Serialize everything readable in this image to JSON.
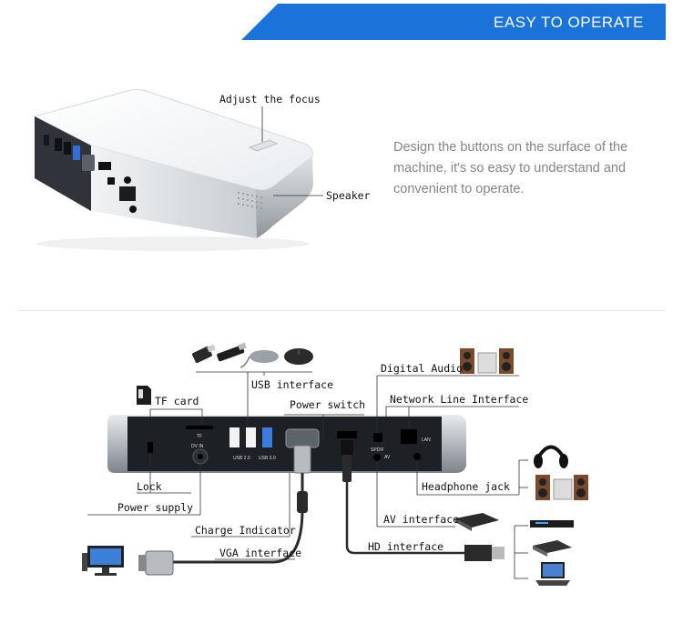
{
  "banner": {
    "title": "EASY TO OPERATE",
    "color": "#1a73d9"
  },
  "description": "Design the buttons on the surface of the machine, it's so easy to understand and convenient to operate.",
  "top_labels": {
    "focus": "Adjust the focus",
    "speaker": "Speaker"
  },
  "device_print": {
    "tf": "TF",
    "dc": "DV IN",
    "usb2": "USB 2.0",
    "usb3": "USB 3.0",
    "spdif": "SPDIF",
    "av": "AV",
    "lan": "LAN"
  },
  "callouts": {
    "usb": "USB interface",
    "tf": "TF card",
    "power_switch": "Power switch",
    "digital_audio": "Digital Audio",
    "network": "Network Line Interface",
    "lock": "Lock",
    "power_supply": "Power supply",
    "charge": "Charge Indicator",
    "vga": "VGA interface",
    "headphone": "Headphone jack",
    "av": "AV interface",
    "hd": "HD interface"
  }
}
